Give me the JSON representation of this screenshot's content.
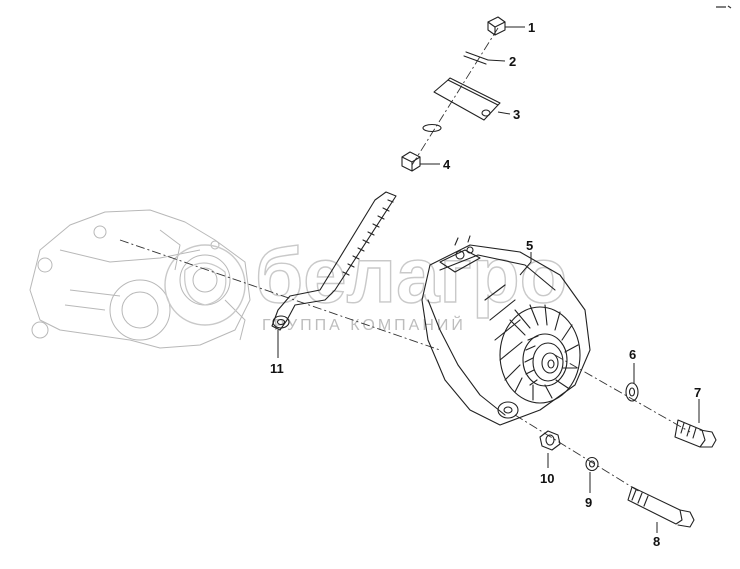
{
  "watermark": {
    "brand": "белагро",
    "subtitle": "ГРУППА КОМПАНИЙ"
  },
  "callouts": [
    {
      "id": "1",
      "label": "1"
    },
    {
      "id": "2",
      "label": "2"
    },
    {
      "id": "3",
      "label": "3"
    },
    {
      "id": "4",
      "label": "4"
    },
    {
      "id": "5",
      "label": "5"
    },
    {
      "id": "6",
      "label": "6"
    },
    {
      "id": "7",
      "label": "7"
    },
    {
      "id": "8",
      "label": "8"
    },
    {
      "id": "9",
      "label": "9"
    },
    {
      "id": "10",
      "label": "10"
    },
    {
      "id": "11",
      "label": "11"
    }
  ]
}
